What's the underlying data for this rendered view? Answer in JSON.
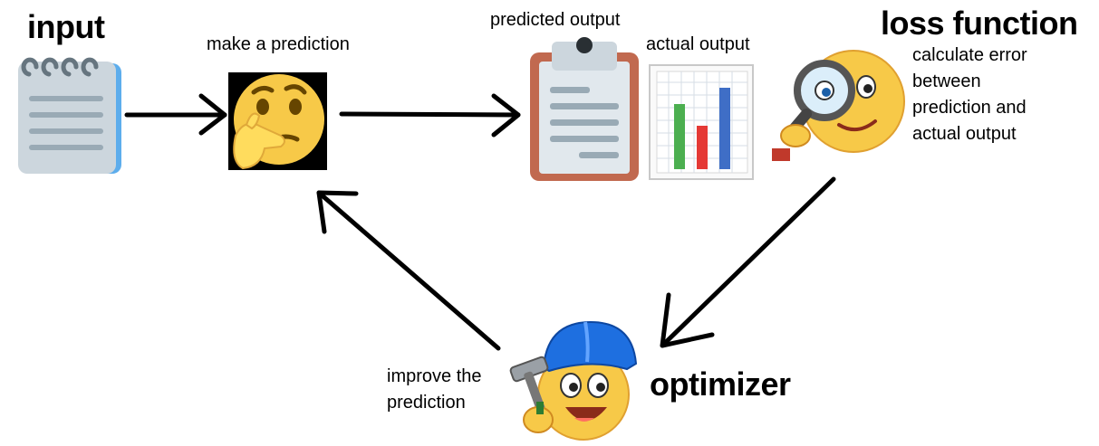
{
  "labels": {
    "input": "input",
    "make_prediction": "make a prediction",
    "predicted_output": "predicted output",
    "actual_output": "actual output",
    "loss_function": "loss function",
    "loss_desc": [
      "calculate error",
      "between",
      "prediction and",
      "actual output"
    ],
    "optimizer": "optimizer",
    "improve_desc": [
      "improve the",
      "prediction"
    ]
  },
  "icons": {
    "input": "notepad-icon",
    "prediction": "thinking-face-icon",
    "predicted_output": "clipboard-icon",
    "actual_output": "bar-chart-icon",
    "loss_function": "magnifier-emoji-icon",
    "optimizer": "builder-emoji-icon"
  },
  "colors": {
    "arrow": "#000000",
    "emoji_yellow": "#f7c948",
    "clipboard": "#c1694f",
    "notepad": "#ccd6dd",
    "bar_green": "#4caf50",
    "bar_red": "#e53935",
    "bar_blue": "#3f6ec6",
    "helmet_blue": "#1e6fe0"
  }
}
